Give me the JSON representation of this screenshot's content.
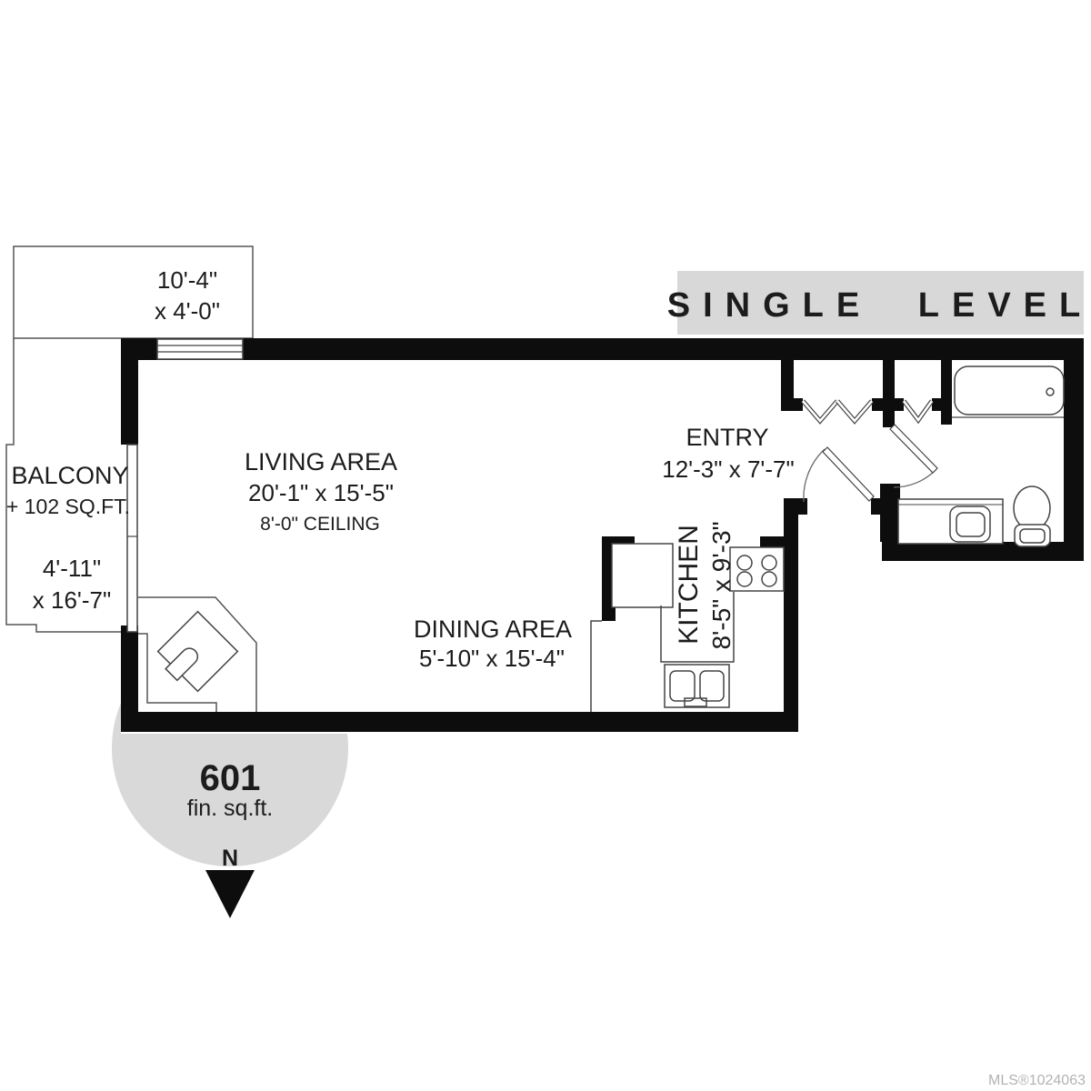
{
  "banner": {
    "text": "SINGLE LEVEL"
  },
  "rooms": {
    "living": {
      "name": "LIVING AREA",
      "dims": "20'-1\" x 15'-5\"",
      "ceiling": "8'-0\" CEILING"
    },
    "dining": {
      "name": "DINING AREA",
      "dims": "5'-10\" x 15'-4\""
    },
    "kitchen": {
      "name": "KITCHEN",
      "dims": "8'-5\" x 9'-3\""
    },
    "entry": {
      "name": "ENTRY",
      "dims": "12'-3\" x 7'-7\""
    }
  },
  "balcony": {
    "name": "BALCONY",
    "area": "+ 102 SQ.FT.",
    "upper_dim1": "10'-4\"",
    "upper_dim2": "x 4'-0\"",
    "side_dim1": "4'-11\"",
    "side_dim2": "x 16'-7\""
  },
  "badge": {
    "area": "601",
    "unit": "fin. sq.ft."
  },
  "compass": {
    "north": "N"
  },
  "watermark": {
    "text": "MLS®1024063"
  },
  "colors": {
    "wall": "#0d0d0d",
    "outline": "#444444",
    "banner_bg": "#d8d8d8",
    "badge_bg": "#d9d9d9",
    "watermark": "#b3b3b3",
    "text": "#1c1c1c"
  }
}
